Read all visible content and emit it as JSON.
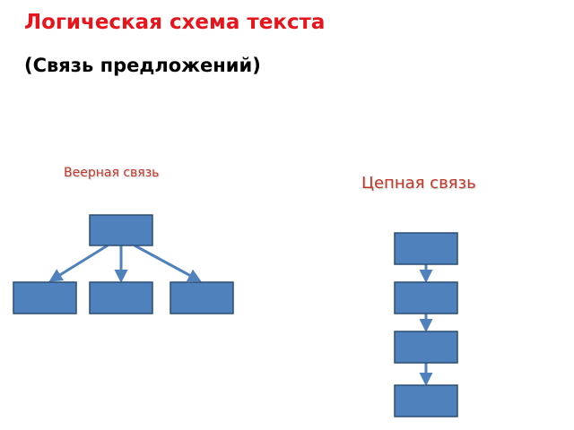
{
  "title": "Логическая схема текста",
  "subtitle": "(Связь предложений)",
  "fan": {
    "label": "Веерная связь"
  },
  "chain": {
    "label": "Цепная связь"
  },
  "colors": {
    "title": "#e8141b",
    "label": "#c0392b",
    "box_fill": "#4f81bd",
    "box_stroke": "#2c4d75",
    "connector": "#4f81bd"
  }
}
